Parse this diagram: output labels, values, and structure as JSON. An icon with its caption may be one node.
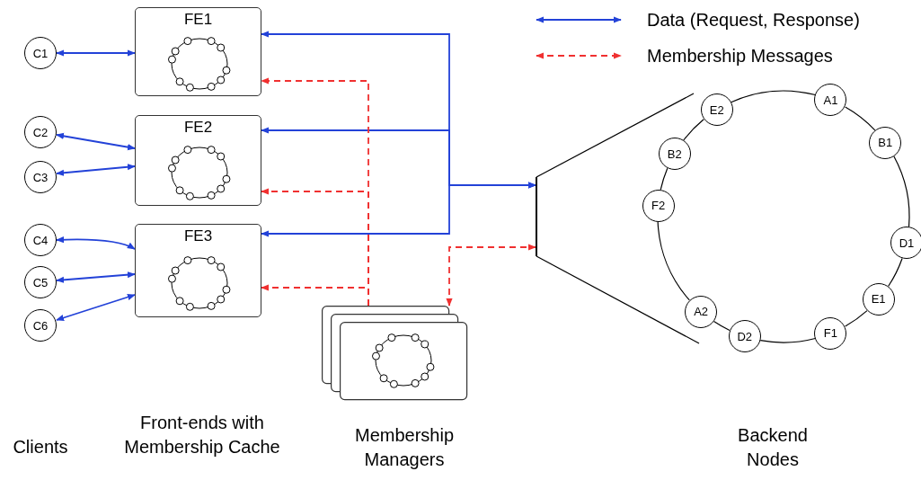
{
  "diagram": {
    "nodes": [
      {
        "text": [
          "C1"
        ]
      },
      {
        "text": [
          "C2"
        ]
      },
      {
        "text": [
          "C3"
        ]
      },
      {
        "text": [
          "C4"
        ]
      },
      {
        "text": [
          "C5"
        ]
      },
      {
        "text": [
          "C6"
        ]
      },
      {
        "text": [
          "FE1"
        ]
      },
      {
        "text": [
          "FE2"
        ]
      },
      {
        "text": [
          "FE3"
        ]
      },
      {
        "text": [],
        "shape": "box"
      },
      {
        "text": [],
        "shape": "bar"
      },
      {
        "text": [
          "A1"
        ]
      },
      {
        "text": [
          "E2"
        ]
      },
      {
        "text": [
          "B1"
        ]
      },
      {
        "text": [
          "B2"
        ]
      },
      {
        "text": [
          "F2"
        ]
      },
      {
        "text": [
          "D1"
        ]
      },
      {
        "text": [
          "E1"
        ]
      },
      {
        "text": [
          "A2"
        ]
      },
      {
        "text": [
          "D2"
        ]
      },
      {
        "text": [
          "F1"
        ]
      }
    ],
    "edges": [
      {
        "from": 0,
        "to": 6,
        "arrow": "both",
        "color": "#2342d8"
      },
      {
        "from": 1,
        "to": 7,
        "arrow": "both",
        "color": "#2342d8"
      },
      {
        "from": 2,
        "to": 7,
        "arrow": "both",
        "color": "#2342d8"
      },
      {
        "from": 3,
        "to": 8,
        "arrow": "both",
        "color": "#2342d8"
      },
      {
        "from": 4,
        "to": 8,
        "arrow": "both",
        "color": "#2342d8"
      },
      {
        "from": 5,
        "to": 8,
        "arrow": "both",
        "color": "#2342d8"
      },
      {
        "from": 6,
        "to": 10,
        "arrow": "both",
        "color": "#2342d8"
      },
      {
        "from": 7,
        "to": 10,
        "arrow": "both",
        "color": "#2342d8"
      },
      {
        "from": 8,
        "to": 10,
        "arrow": "both",
        "color": "#2342d8"
      },
      {
        "from": 9,
        "to": 6,
        "arrow": "to",
        "style": "dashed",
        "color": "#f03030"
      },
      {
        "from": 9,
        "to": 7,
        "arrow": "to",
        "style": "dashed",
        "color": "#f03030"
      },
      {
        "from": 9,
        "to": 8,
        "arrow": "to",
        "style": "dashed",
        "color": "#f03030"
      },
      {
        "from": 9,
        "to": 10,
        "arrow": "both",
        "style": "dashed",
        "color": "#f03030"
      },
      {
        "from": 11,
        "to": 13,
        "arrow": "none"
      },
      {
        "from": 13,
        "to": 16,
        "arrow": "none"
      },
      {
        "from": 16,
        "to": 17,
        "arrow": "none"
      },
      {
        "from": 17,
        "to": 20,
        "arrow": "none"
      },
      {
        "from": 20,
        "to": 19,
        "arrow": "none"
      },
      {
        "from": 19,
        "to": 18,
        "arrow": "none"
      },
      {
        "from": 18,
        "to": 15,
        "arrow": "none"
      },
      {
        "from": 15,
        "to": 14,
        "arrow": "none"
      },
      {
        "from": 14,
        "to": 12,
        "arrow": "none"
      },
      {
        "from": 12,
        "to": 11,
        "arrow": "none"
      }
    ],
    "labels": [
      "Clients",
      "Front-ends with Membership Cache",
      "Membership Managers",
      "Backend Nodes"
    ],
    "legend": [
      {
        "text": "Data (Request, Response)"
      },
      {
        "text": "Membership Messages"
      }
    ]
  }
}
